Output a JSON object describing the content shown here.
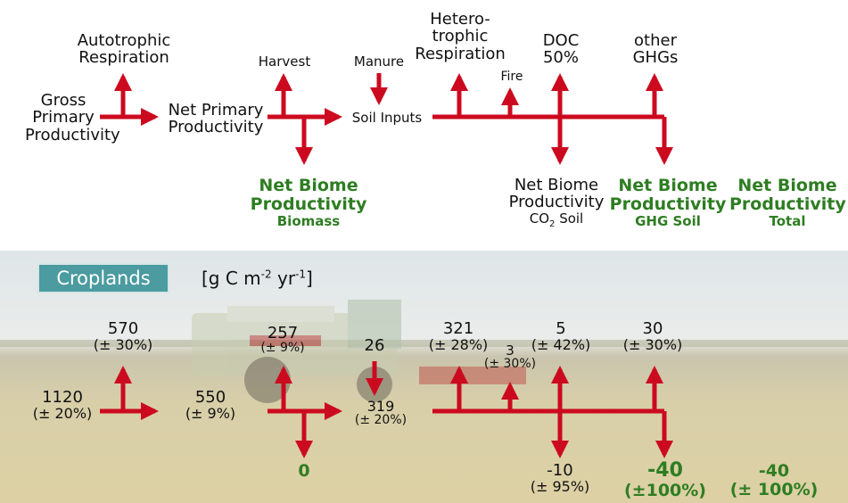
{
  "diagram": {
    "top": {
      "gpp": [
        "Gross",
        "Primary",
        "Productivity"
      ],
      "autotrophic": [
        "Autotrophic",
        "Respiration"
      ],
      "npp": [
        "Net Primary",
        "Productivity"
      ],
      "harvest": "Harvest",
      "manure": "Manure",
      "soil_inputs": "Soil Inputs",
      "heterotrophic": [
        "Hetero-",
        "trophic",
        "Respiration"
      ],
      "fire": "Fire",
      "doc": [
        "DOC",
        "50%"
      ],
      "other_ghg": [
        "other",
        "GHGs"
      ],
      "nbp_biomass": {
        "line1": "Net Biome",
        "line2": "Productivity",
        "sub": "Biomass"
      },
      "nbp_co2_soil": {
        "line1": "Net Biome",
        "line2": "Productivity",
        "sub_pre": "CO",
        "sub_subscript": "2",
        "sub_post": " Soil"
      },
      "nbp_ghg_soil": {
        "line1": "Net Biome",
        "line2": "Productivity",
        "sub": "GHG Soil"
      },
      "nbp_total": {
        "line1": "Net Biome",
        "line2": "Productivity",
        "sub": "Total"
      }
    },
    "croplands": {
      "badge": "Croplands",
      "units_pre": "[g C m",
      "units_exp1": "-2",
      "units_mid": " yr",
      "units_exp2": "-1",
      "units_post": "]",
      "gpp": {
        "value": "1120",
        "unc": "(± 20%)"
      },
      "autotrophic": {
        "value": "570",
        "unc": "(± 30%)"
      },
      "npp": {
        "value": "550",
        "unc": "(± 9%)"
      },
      "harvest": {
        "value": "257",
        "unc": "(± 9%)"
      },
      "manure": {
        "value": "26"
      },
      "soil_inputs": {
        "value": "319",
        "unc": "(± 20%)"
      },
      "heterotrophic": {
        "value": "321",
        "unc": "(± 28%)"
      },
      "fire": {
        "value": "3",
        "unc": "(± 30%)"
      },
      "doc": {
        "value": "5",
        "unc": "(± 42%)"
      },
      "other_ghg": {
        "value": "30",
        "unc": "(± 30%)"
      },
      "nbp_biomass": {
        "value": "0"
      },
      "nbp_co2_soil": {
        "value": "-10",
        "unc": "(± 95%)"
      },
      "nbp_ghg_soil": {
        "value": "-40",
        "unc": "(±100%)"
      },
      "nbp_total": {
        "value": "-40",
        "unc": "(± 100%)"
      }
    },
    "colors": {
      "arrow": "#cc0a1f",
      "label_green": "#2e7d22",
      "badge": "#4b9ba0"
    }
  }
}
